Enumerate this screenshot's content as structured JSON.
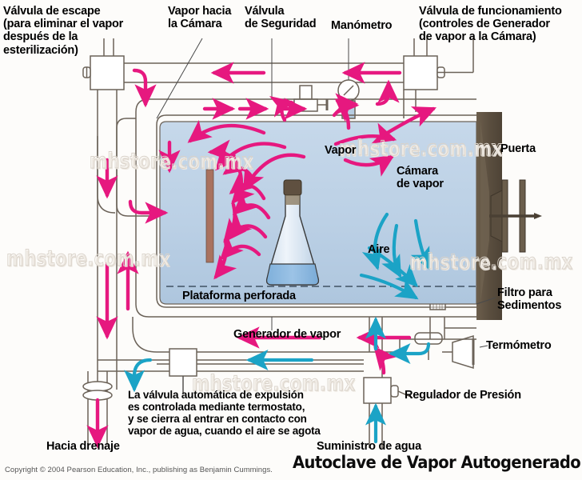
{
  "diagram": {
    "title": "Autoclave de Vapor Autogenerado",
    "copyright": "Copyright © 2004 Pearson Education, Inc., publishing as Benjamin Cummings.",
    "watermark": "mhstore.com.mx"
  },
  "colors": {
    "steam_arrow": "#e6187f",
    "air_arrow": "#1ba3c6",
    "chamber_fill": "#bed2e6",
    "door": "#5e5243",
    "rod": "#a9725f",
    "pipe_line": "#6b6258",
    "flask_liquid": "#86b4dd",
    "stopper": "#5f5040",
    "background": "#fdfcfa"
  },
  "labels": {
    "escape_valve": "Válvula de escape\n(para eliminar el vapor\ndespués de la\nesterilización)",
    "vapor_to_chamber": "Vapor hacia\nla Cámara",
    "safety_valve": "Válvula\nde Seguridad",
    "manometer": "Manómetro",
    "operating_valve": "Válvula de funcionamiento\n(controles de Generador\nde vapor a la Cámara)",
    "door": "Puerta",
    "vapor": "Vapor",
    "steam_chamber": "Cámara\nde vapor",
    "air": "Aire",
    "sediment_filter": "Filtro para\nSedimentos",
    "perforated_platform": "Plataforma perforada",
    "steam_generator": "Generador de vapor",
    "thermometer": "Termómetro",
    "pressure_regulator": "Regulador de Presión",
    "auto_valve_note": "La válvula automática de expulsión\nes controlada mediante termostato,\ny se cierra al entrar en contacto con\nvapor de agua, cuando el aire se agota",
    "to_drain": "Hacia drenaje",
    "water_supply": "Suministro de agua"
  }
}
